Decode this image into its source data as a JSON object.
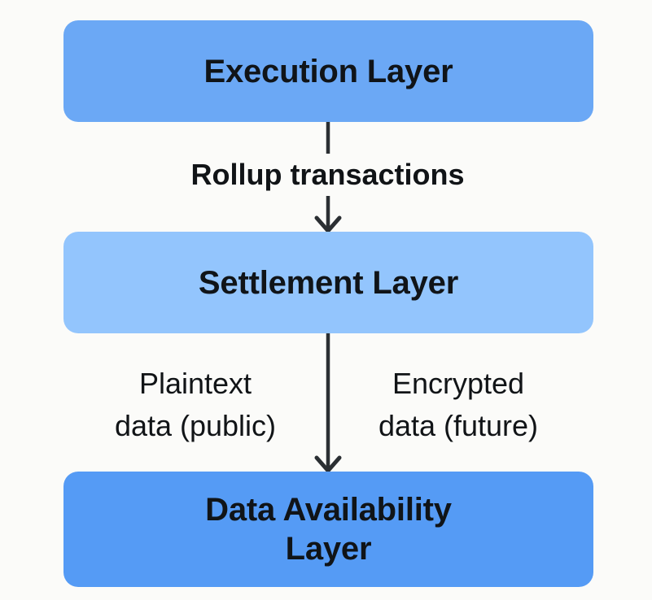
{
  "diagram": {
    "type": "flowchart",
    "orientation": "vertical-top-down",
    "background_color": "#fbfbf9",
    "nodes": [
      {
        "id": "execution",
        "label": "Execution Layer",
        "fill_color": "#6ba8f5",
        "text_color": "#101418"
      },
      {
        "id": "settlement",
        "label": "Settlement Layer",
        "fill_color": "#93c5fd",
        "text_color": "#101418"
      },
      {
        "id": "data-availability",
        "label": "Data Availability\nLayer",
        "fill_color": "#559bf5",
        "text_color": "#101418"
      }
    ],
    "edges": [
      {
        "id": "edge-execution-settlement",
        "from": "execution",
        "to": "settlement",
        "label": "Rollup transactions",
        "label_position": "center",
        "stroke_color": "#2b2f33"
      },
      {
        "id": "edge-settlement-da",
        "from": "settlement",
        "to": "data-availability",
        "label_left": "Plaintext\ndata (public)",
        "label_right": "Encrypted\ndata (future)",
        "stroke_color": "#2b2f33"
      }
    ]
  }
}
